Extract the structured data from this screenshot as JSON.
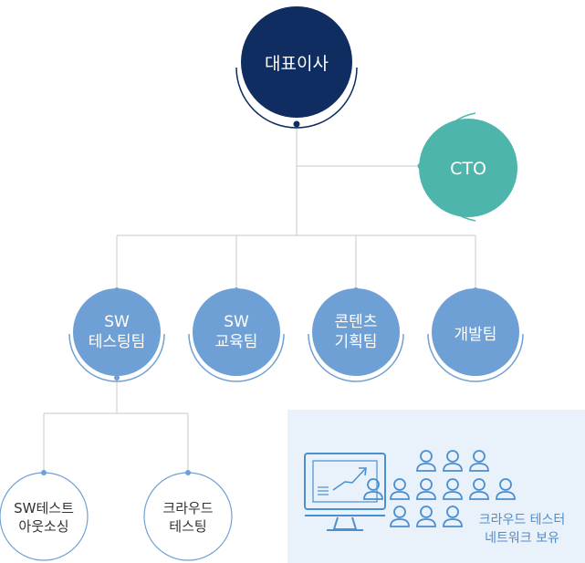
{
  "org_chart": {
    "ceo": {
      "label": "대표이사"
    },
    "cto": {
      "label": "CTO"
    },
    "teams": [
      {
        "line1": "SW",
        "line2": "테스팅팀"
      },
      {
        "line1": "SW",
        "line2": "교육팀"
      },
      {
        "line1": "콘텐츠",
        "line2": "기획팀"
      },
      {
        "line1": "개발팀",
        "line2": ""
      }
    ],
    "sub_units": [
      {
        "line1": "SW테스트",
        "line2": "아웃소싱"
      },
      {
        "line1": "크라우드",
        "line2": "테스팅"
      }
    ],
    "crowd_panel": {
      "line1": "크라우드 테스터",
      "line2": "네트워크 보유"
    }
  },
  "colors": {
    "ceo": "#0f2d60",
    "cto": "#4db5ab",
    "team": "#6fa0d5",
    "connector": "#c8c8c8",
    "sub_border": "#6fa0d5",
    "panel_bg": "#e9f1fb",
    "crowd_icon": "#4a8fd0"
  }
}
